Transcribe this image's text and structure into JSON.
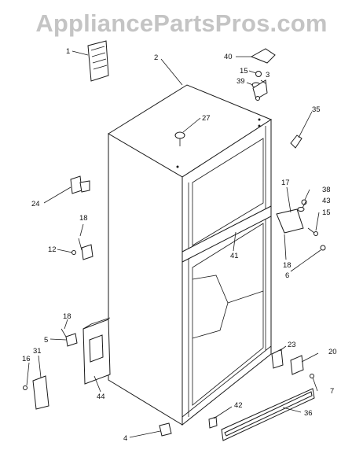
{
  "watermark": "AppliancePartsPros.com",
  "callouts": {
    "c1": "1",
    "c2": "2",
    "c3": "3",
    "c4": "4",
    "c5": "5",
    "c6": "6",
    "c7": "7",
    "c12": "12",
    "c15a": "15",
    "c15b": "15",
    "c16": "16",
    "c17": "17",
    "c18a": "18",
    "c18b": "18",
    "c18c": "18",
    "c20": "20",
    "c23": "23",
    "c24": "24",
    "c27": "27",
    "c31": "31",
    "c35": "35",
    "c36": "36",
    "c38": "38",
    "c39": "39",
    "c40": "40",
    "c41": "41",
    "c42": "42",
    "c43": "43",
    "c44": "44"
  }
}
